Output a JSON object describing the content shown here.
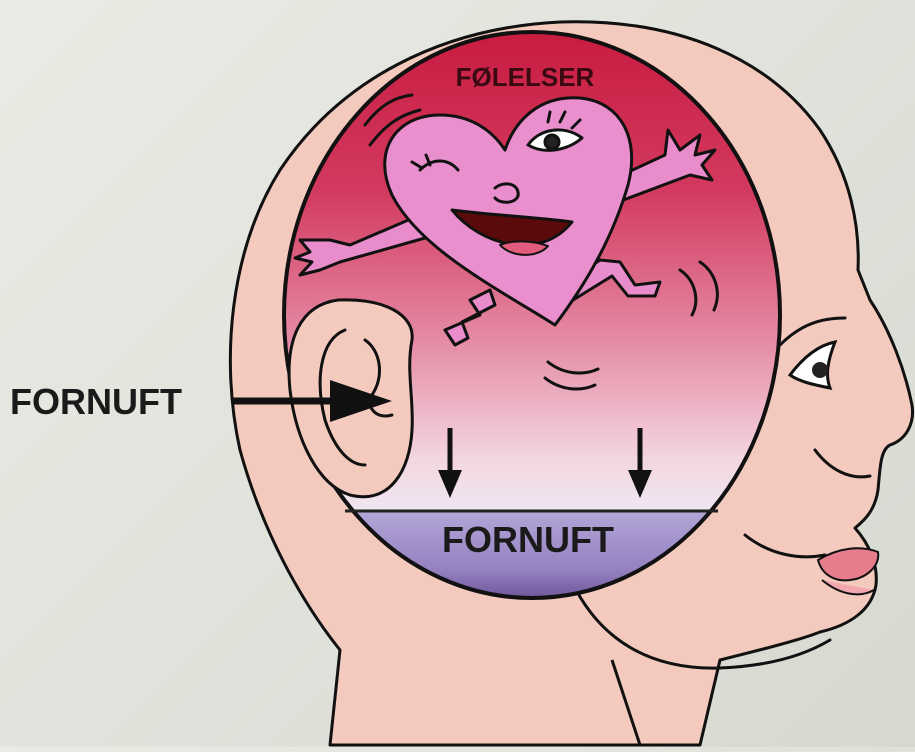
{
  "labels": {
    "top": "FØLELSER",
    "bottom": "FORNUFT",
    "side": "FORNUFT"
  },
  "colors": {
    "background": "#e2e5dd",
    "skin": "#f4cdbf",
    "emotion_top": "#cc2448",
    "emotion_mid": "#e3849f",
    "reason_band": "#a898cf",
    "reason_bottom": "#6a4f96",
    "heart": "#e88ccb",
    "outline": "#111111"
  },
  "icons": [
    "head-icon",
    "ear-icon",
    "heart-character-icon",
    "arrow-right-icon",
    "arrow-down-icon"
  ]
}
